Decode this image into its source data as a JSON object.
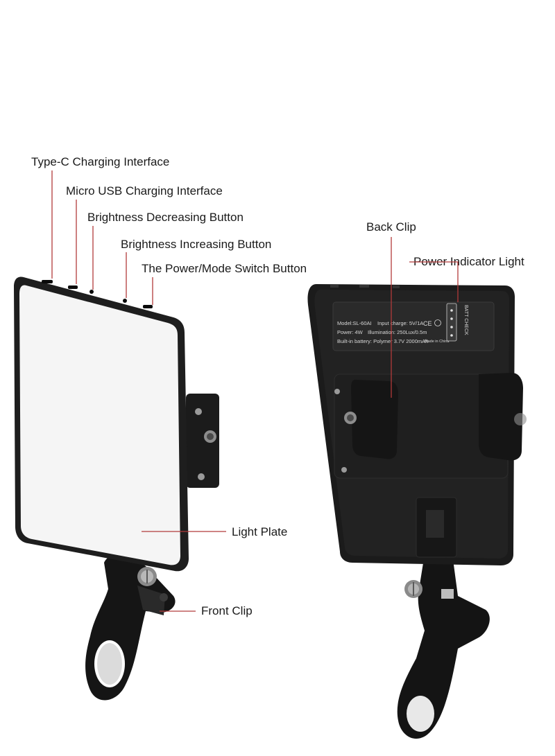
{
  "callouts": {
    "type_c": "Type-C Charging Interface",
    "micro_usb": "Micro USB Charging Interface",
    "brightness_down": "Brightness Decreasing Button",
    "brightness_up": "Brightness Increasing Button",
    "power_mode": "The Power/Mode Switch Button",
    "back_clip": "Back Clip",
    "power_indicator": "Power Indicator Light",
    "light_plate": "Light Plate",
    "front_clip": "Front Clip"
  },
  "back_label": {
    "model": "Model:SL-60AI",
    "input": "Input charge: 5V/1A",
    "power": "Power: 4W",
    "illumination": "Illumination: 250Lux/0.5m",
    "battery": "Built-in battery: Polymer 3.7V 2000mAh",
    "batt_check": "BATT CHECK",
    "made_in": "Made in China"
  },
  "colors": {
    "leader": "#b23a3a",
    "body": "#1c1c1c",
    "panel": "#f4f4f4"
  }
}
